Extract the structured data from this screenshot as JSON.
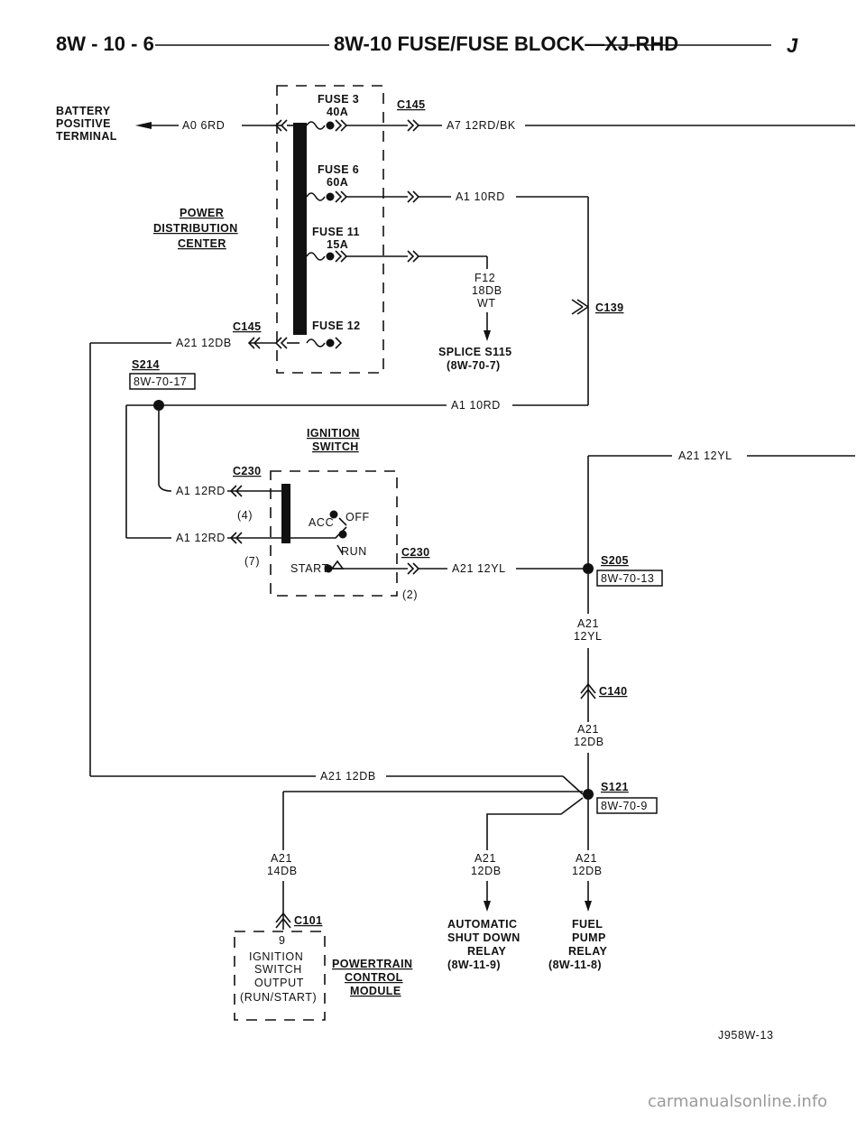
{
  "header": {
    "page_number": "8W - 10 - 6",
    "title": "8W-10 FUSE/FUSE BLOCK—XJ-RHD",
    "letter": "J"
  },
  "source": {
    "line1": "BATTERY",
    "line2": "POSITIVE",
    "line3": "TERMINAL",
    "wire": "A0 6RD"
  },
  "pdc": {
    "line1": "POWER",
    "line2": "DISTRIBUTION",
    "line3": "CENTER",
    "fuse3_name": "FUSE 3",
    "fuse3_rating": "40A",
    "fuse6_name": "FUSE 6",
    "fuse6_rating": "60A",
    "fuse11_name": "FUSE 11",
    "fuse11_rating": "15A",
    "fuse12_name": "FUSE 12"
  },
  "connectors": {
    "c145": "C145",
    "c145_left": "C145",
    "c139": "C139",
    "c230_top": "C230",
    "c230_right": "C230",
    "c140": "C140",
    "c101": "C101"
  },
  "wires": {
    "a7": "A7 12RD/BK",
    "a1_10rd_top": "A1 10RD",
    "f12_1": "F12",
    "f12_2": "18DB",
    "f12_3": "WT",
    "a21_12db_left": "A21 12DB",
    "a1_10rd_mid": "A1 10RD",
    "a21_12yl_top": "A21 12YL",
    "a1_12rd_1": "A1 12RD",
    "a1_12rd_2": "A1 12RD",
    "a21_12yl_run": "A21 12YL",
    "a21_12yl_v1": "A21",
    "a21_12yl_v2": "12YL",
    "a21_12db_v1": "A21",
    "a21_12db_v2": "12DB",
    "a21_12db_bottom": "A21 12DB",
    "a21_14db_1": "A21",
    "a21_14db_2": "14DB",
    "a21_asd_1": "A21",
    "a21_asd_2": "12DB",
    "a21_fp_1": "A21",
    "a21_fp_2": "12DB"
  },
  "splices": {
    "s115_1": "SPLICE S115",
    "s115_2": "(8W-70-7)",
    "s214": "S214",
    "s214_ref": "8W-70-17",
    "s205": "S205",
    "s205_ref": "8W-70-13",
    "s121": "S121",
    "s121_ref": "8W-70-9"
  },
  "ignition": {
    "title1": "IGNITION",
    "title2": "SWITCH",
    "pin4": "(4)",
    "pin7": "(7)",
    "pin2": "(2)",
    "acc": "ACC",
    "off": "OFF",
    "run": "RUN",
    "start": "START"
  },
  "pcm": {
    "pin": "9",
    "line1": "IGNITION",
    "line2": "SWITCH",
    "line3": "OUTPUT",
    "line4": "(RUN/START)",
    "name1": "POWERTRAIN",
    "name2": "CONTROL",
    "name3": "MODULE"
  },
  "asd": {
    "line1": "AUTOMATIC",
    "line2": "SHUT DOWN",
    "line3": "RELAY",
    "line4": "(8W-11-9)"
  },
  "fuel": {
    "line1": "FUEL",
    "line2": "PUMP",
    "line3": "RELAY",
    "line4": "(8W-11-8)"
  },
  "footer": {
    "code": "J958W-13",
    "watermark": "carmanualsonline.info"
  }
}
